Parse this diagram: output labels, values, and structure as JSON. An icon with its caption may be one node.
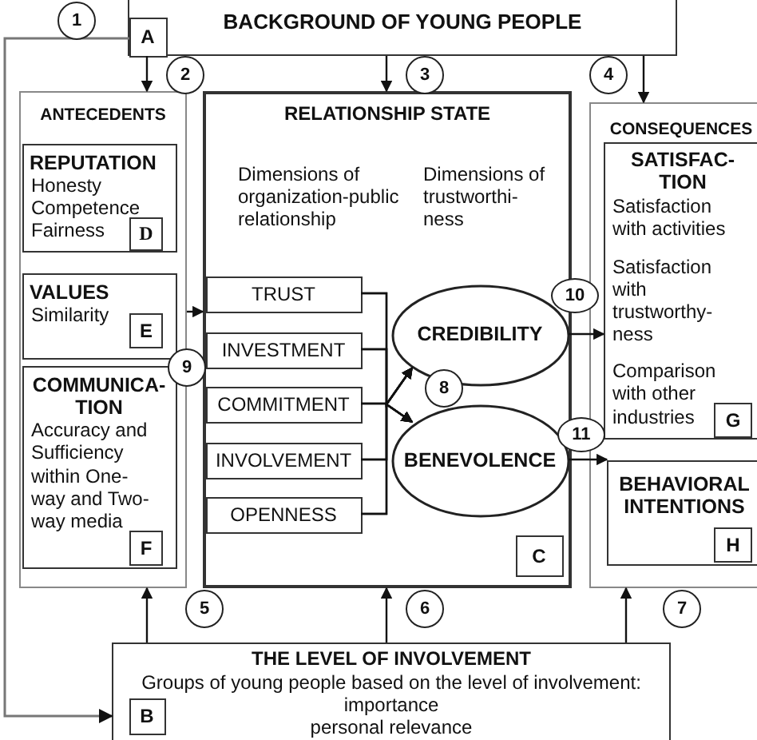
{
  "diagram": {
    "nodes": [
      {
        "text": [
          "BACKGROUND OF YOUNG PEOPLE"
        ]
      },
      {
        "text": [
          "A"
        ],
        "in": 0
      },
      {
        "text": [
          "ANTECEDENTS"
        ]
      },
      {
        "text": [
          "REPUTATION",
          "Honesty",
          "Competence",
          "Fairness"
        ],
        "in": 2
      },
      {
        "text": [
          "D"
        ],
        "in": 3
      },
      {
        "text": [
          "VALUES",
          "Similarity"
        ],
        "in": 2
      },
      {
        "text": [
          "E"
        ],
        "in": 5
      },
      {
        "text": [
          "COMMUNICA- TION",
          "Accuracy and Sufficiency within One-way and Two-way media"
        ],
        "in": 2
      },
      {
        "text": [
          "F"
        ],
        "in": 7
      },
      {
        "text": [
          "RELATIONSHIP STATE",
          "Dimensions of organization-public relationship",
          "Dimensions of trustworthi- ness"
        ]
      },
      {
        "text": [
          "TRUST"
        ],
        "in": 9
      },
      {
        "text": [
          "INVESTMENT"
        ],
        "in": 9
      },
      {
        "text": [
          "COMMITMENT"
        ],
        "in": 9
      },
      {
        "text": [
          "INVOLVEMENT"
        ],
        "in": 9
      },
      {
        "text": [
          "OPENNESS"
        ],
        "in": 9
      },
      {
        "text": [
          "CREDIBILITY"
        ],
        "in": 9
      },
      {
        "text": [
          "BENEVOLENCE"
        ],
        "in": 9
      },
      {
        "text": [
          "C"
        ],
        "in": 9
      },
      {
        "text": [
          "CONSEQUENCES"
        ]
      },
      {
        "text": [
          "SATISFAC- TION",
          "Satisfaction with activities",
          "Satisfaction with trustworthy- ness",
          "Comparison with other industries"
        ],
        "in": 18
      },
      {
        "text": [
          "G"
        ],
        "in": 19
      },
      {
        "text": [
          "BEHAVIORAL INTENTIONS"
        ],
        "in": 18
      },
      {
        "text": [
          "H"
        ],
        "in": 21
      },
      {
        "text": [
          "THE LEVEL OF INVOLVEMENT",
          "Groups of young people based on the level of involvement:",
          "importance",
          "personal relevance"
        ]
      },
      {
        "text": [
          "B"
        ],
        "in": 23
      }
    ],
    "edges": [
      {
        "from": 0,
        "to": 2,
        "arrow": "to"
      },
      {
        "from": 0,
        "to": 9,
        "arrow": "to"
      },
      {
        "from": 0,
        "to": 18,
        "arrow": "to"
      },
      {
        "from": 23,
        "to": 2,
        "arrow": "to"
      },
      {
        "from": 23,
        "to": 9,
        "arrow": "to"
      },
      {
        "from": 23,
        "to": 18,
        "arrow": "to"
      },
      {
        "from": 1,
        "to": 23,
        "arrow": "to",
        "color": "#777777"
      },
      {
        "from": 2,
        "to": 9,
        "arrow": "to"
      },
      {
        "from": 10,
        "to": 15,
        "arrow": "to"
      },
      {
        "from": 10,
        "to": 16,
        "arrow": "to"
      },
      {
        "from": 11,
        "to": 15,
        "arrow": "to"
      },
      {
        "from": 11,
        "to": 16,
        "arrow": "to"
      },
      {
        "from": 12,
        "to": 15,
        "arrow": "to"
      },
      {
        "from": 12,
        "to": 16,
        "arrow": "to"
      },
      {
        "from": 13,
        "to": 15,
        "arrow": "to"
      },
      {
        "from": 13,
        "to": 16,
        "arrow": "to"
      },
      {
        "from": 14,
        "to": 15,
        "arrow": "to"
      },
      {
        "from": 14,
        "to": 16,
        "arrow": "to"
      },
      {
        "from": 15,
        "to": 19,
        "arrow": "to"
      },
      {
        "from": 16,
        "to": 21,
        "arrow": "to"
      }
    ],
    "labels": [
      "1",
      "2",
      "3",
      "4",
      "10",
      "9",
      "8",
      "11",
      "5",
      "6",
      "7"
    ]
  }
}
